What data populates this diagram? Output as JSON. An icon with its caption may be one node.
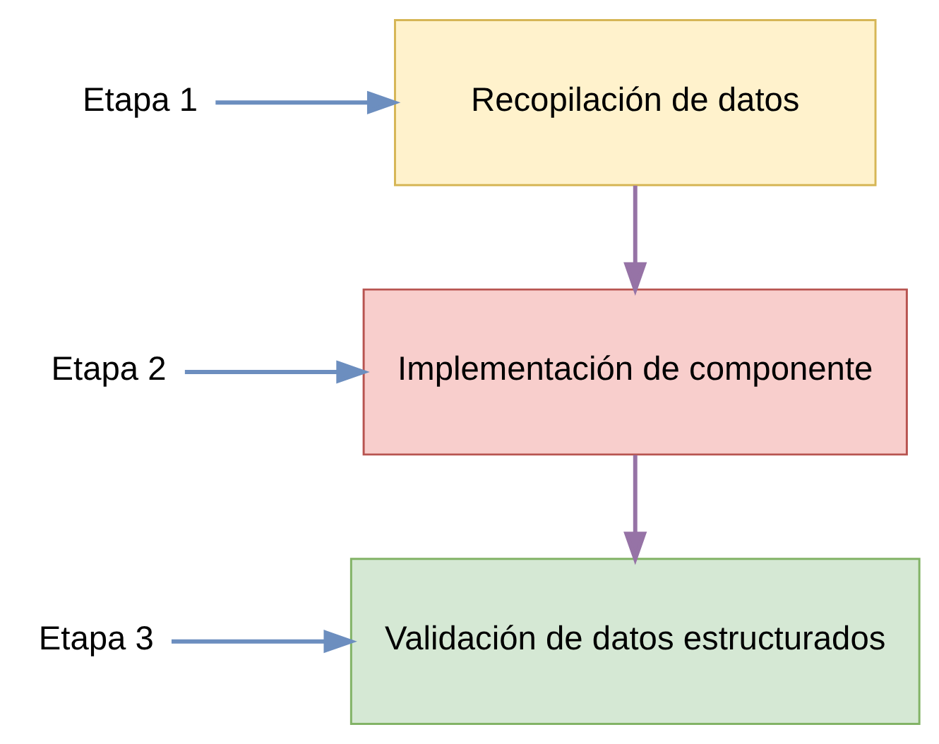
{
  "diagram": {
    "nodes": [
      {
        "text": [
          "Etapa 1"
        ]
      },
      {
        "text": [
          "Recopilación de datos"
        ]
      },
      {
        "text": [
          "Etapa 2"
        ]
      },
      {
        "text": [
          "Implementación de componente"
        ]
      },
      {
        "text": [
          "Etapa 3"
        ]
      },
      {
        "text": [
          "Validación de datos estructurados"
        ]
      }
    ],
    "edges": [
      {
        "from": 0,
        "to": 1,
        "arrow": "to"
      },
      {
        "from": 1,
        "to": 3,
        "arrow": "to",
        "color": "#9673a6"
      },
      {
        "from": 2,
        "to": 3,
        "arrow": "to"
      },
      {
        "from": 3,
        "to": 5,
        "arrow": "to",
        "color": "#9673a6"
      },
      {
        "from": 4,
        "to": 5,
        "arrow": "to"
      }
    ]
  }
}
